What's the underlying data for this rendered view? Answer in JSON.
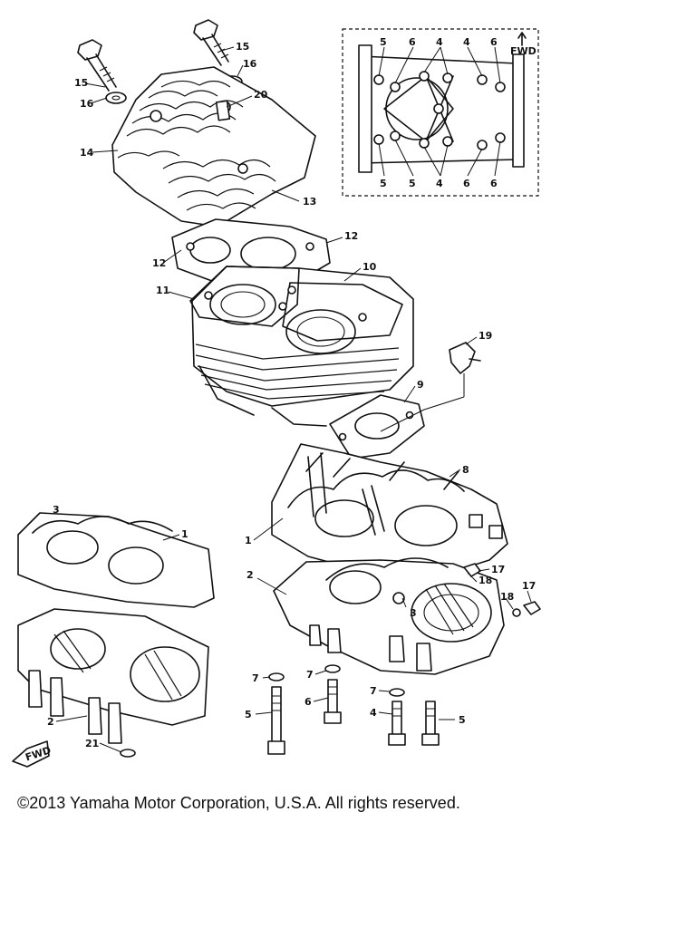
{
  "diagram": {
    "callouts": {
      "c1": "15",
      "c2": "15",
      "c3": "16",
      "c4": "16",
      "c5": "20",
      "c6": "14",
      "c7": "13",
      "c8": "12",
      "c9": "12",
      "c10": "11",
      "c11": "10",
      "c12": "19",
      "c13": "9",
      "c14": "8",
      "c15": "1",
      "c16": "1",
      "c17": "2",
      "c18": "2",
      "c19": "3",
      "c20": "17",
      "c21": "17",
      "c22": "18",
      "c23": "18",
      "c24": "7",
      "c25": "7",
      "c26": "7",
      "c27": "5",
      "c28": "6",
      "c29": "4",
      "c30": "5",
      "c31": "21",
      "c32": "3"
    },
    "inset": {
      "top_labels": [
        "5",
        "6",
        "4",
        "4",
        "6"
      ],
      "bottom_labels": [
        "5",
        "5",
        "4",
        "6",
        "6"
      ],
      "fwd_label": "FWD"
    },
    "fwd_badge": "FWD"
  },
  "footer": {
    "copyright": "©2013 Yamaha Motor Corporation, U.S.A. All rights reserved."
  }
}
